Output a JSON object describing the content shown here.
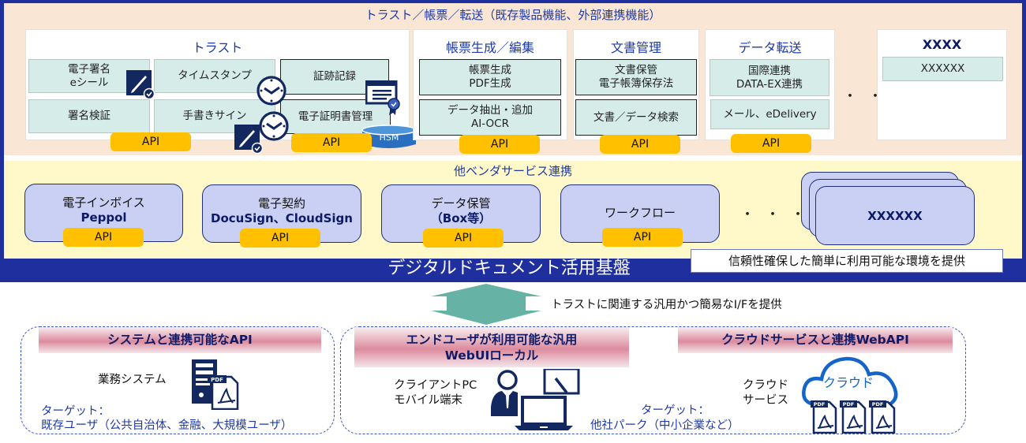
{
  "top_section": {
    "title": "トラスト／帳票／転送（既存製品機能、外部連携機能）",
    "trust": {
      "title": "トラスト",
      "cells": [
        "電子署名\neシール",
        "タイムスタンプ",
        "証跡記録",
        "署名検証",
        "手書きサイン",
        "電子証明書管理"
      ],
      "hsm_label": "HSM",
      "api_labels": [
        "API",
        "API"
      ]
    },
    "forms": {
      "title": "帳票生成／編集",
      "cells": [
        "帳票生成\nPDF生成",
        "データ抽出・追加\nAI-OCR"
      ],
      "api_label": "API"
    },
    "docs": {
      "title": "文書管理",
      "cells": [
        "文書保管\n電子帳簿保存法",
        "文書／データ検索"
      ],
      "api_label": "API"
    },
    "transfer": {
      "title": "データ転送",
      "cells": [
        "国際連携\nDATA-EX連携",
        "メール、eDelivery"
      ],
      "api_label": "API"
    },
    "ellipsis": "・・・",
    "placeholder": {
      "title": "XXXX",
      "cells": [
        "XXXXXX"
      ]
    }
  },
  "vendor_section": {
    "title": "他ベンダサービス連携",
    "items": [
      {
        "line1": "電子インボイス",
        "line2": "Peppol",
        "api": "API"
      },
      {
        "line1": "電子契約",
        "line2": "DocuSign、CloudSign",
        "api": "API"
      },
      {
        "line1": "データ保管",
        "line2": "（Box等）",
        "api": "API"
      },
      {
        "line1": "ワークフロー",
        "line2": "",
        "api": "API"
      }
    ],
    "ellipsis": "・・・",
    "stack_label": "XXXXXX"
  },
  "platform": {
    "label": "デジタルドキュメント活用基盤",
    "promise": "信頼性確保した簡単に利用可能な環境を提供"
  },
  "arrow_caption": "トラストに関連する汎用かつ簡易なI/Fを提供",
  "groups": {
    "system_api": {
      "title": "システムと連携可能なAPI",
      "label": "業務システム",
      "target_label": "ターゲット：",
      "target_value": "既存ユーザ（公共自治体、金融、大規模ユーザ）"
    },
    "webui": {
      "title_line1": "エンドユーザが利用可能な汎用",
      "title_line2": "WebUIローカル",
      "label_line1": "クライアントPC",
      "label_line2": "モバイル端末",
      "target_label": "ターゲット：",
      "target_value": "他社パーク（中小企業など）"
    },
    "cloud": {
      "title": "クラウドサービスと連携WebAPI",
      "label_line1": "クラウド",
      "label_line2": "サービス",
      "cloud_text": "クラウド",
      "pdf_tag": "PDF"
    }
  },
  "colors": {
    "navy": "#1f2f9e",
    "api_yellow": "#ffc000",
    "cell_teal": "#d6ece9",
    "vendor_lavender": "#c9d0f3",
    "arrow_teal": "#66b3a6",
    "icon_navy": "#13285e"
  }
}
